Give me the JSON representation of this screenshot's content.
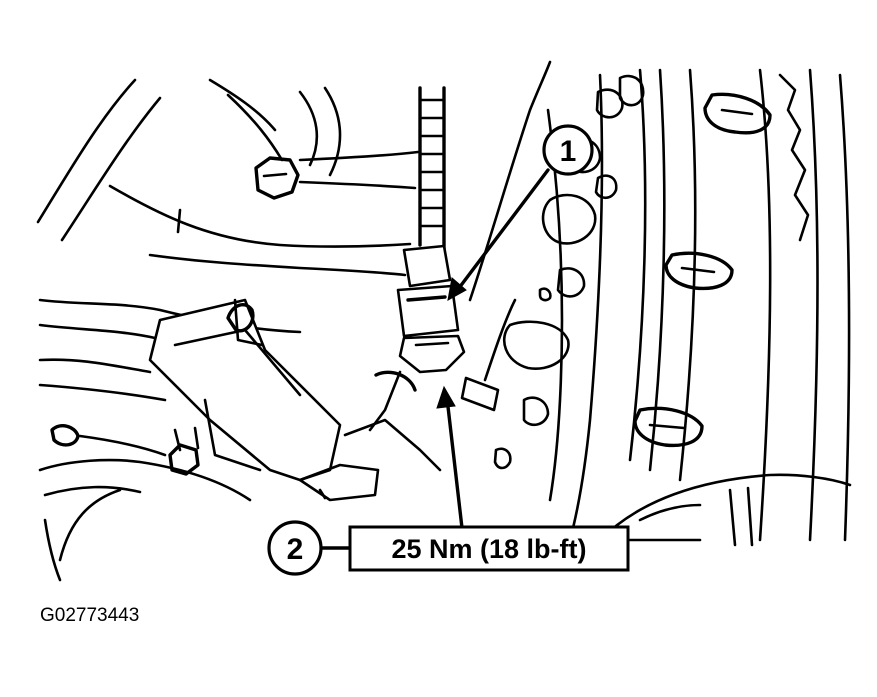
{
  "colors": {
    "ink": "#000000",
    "paper": "#ffffff"
  },
  "callouts": [
    {
      "number": "1"
    },
    {
      "number": "2",
      "spec": "25 Nm (18 lb-ft)"
    }
  ],
  "figure_id": "G02773443"
}
